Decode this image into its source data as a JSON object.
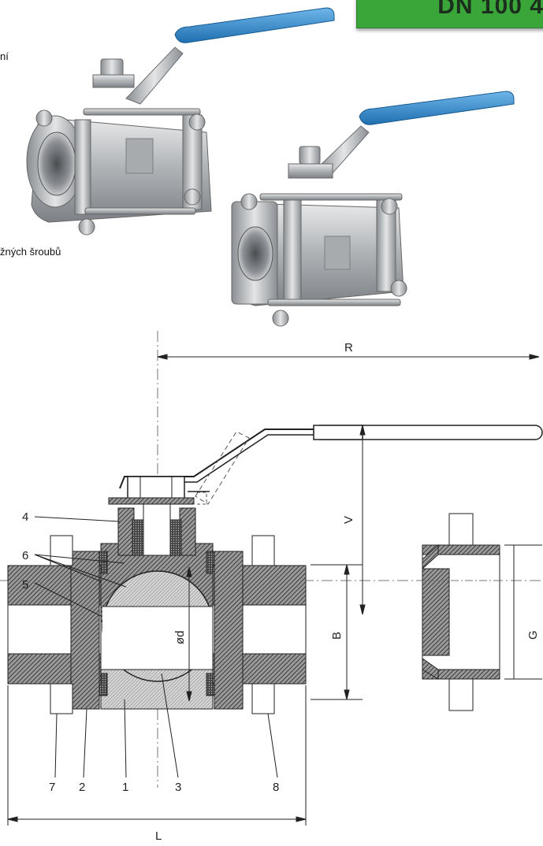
{
  "badge": {
    "text": "DN 100 4"
  },
  "fragments": {
    "line1": "ní",
    "line2": "žných šroubů"
  },
  "dimensions": {
    "R": "R",
    "V": "V",
    "B": "B",
    "L": "L",
    "G": "G",
    "od": "ød"
  },
  "parts": {
    "p1": "1",
    "p2": "2",
    "p3": "3",
    "p4": "4",
    "p5": "5",
    "p6": "6",
    "p7": "7",
    "p8": "8"
  },
  "colors": {
    "handle": "#2f86c8",
    "steel": "#b9bcbf",
    "badge": "#3aa63a",
    "hatch": "#555555"
  }
}
